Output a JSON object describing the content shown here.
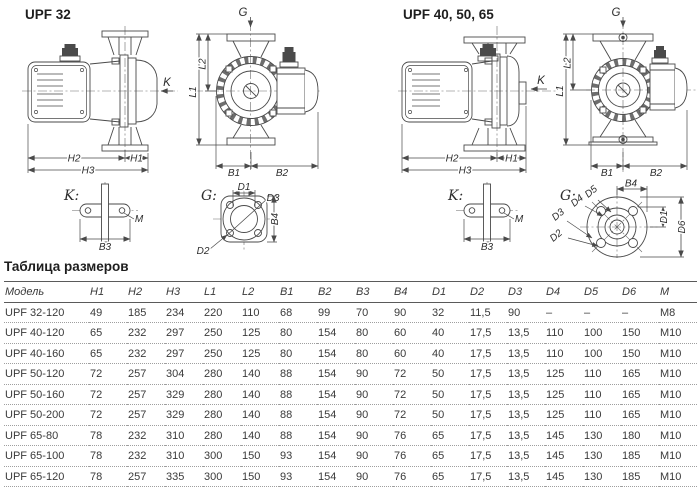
{
  "drawings": {
    "left": {
      "title": "UPF 32",
      "side": {
        "h1": "H1",
        "h2": "H2",
        "h3": "H3",
        "k": "K"
      },
      "front": {
        "g": "G",
        "l1": "L1",
        "l2": "L2",
        "b1": "B1",
        "b2": "B2"
      },
      "detail_k": {
        "title": "K:",
        "b3": "B3",
        "m": "M"
      },
      "detail_g": {
        "title": "G:",
        "d1": "D1",
        "d2": "D2",
        "d3": "D3",
        "b4": "B4"
      }
    },
    "right": {
      "title": "UPF 40, 50, 65",
      "side": {
        "h1": "H1",
        "h2": "H2",
        "h3": "H3",
        "k": "K"
      },
      "front": {
        "g": "G",
        "l1": "L1",
        "l2": "L2",
        "b1": "B1",
        "b2": "B2"
      },
      "detail_k": {
        "title": "K:",
        "b3": "B3",
        "m": "M"
      },
      "detail_g": {
        "title": "G:",
        "b4": "B4",
        "d1": "D1",
        "d2": "D2",
        "d3": "D3",
        "d4": "D4",
        "d5": "D5",
        "d6": "D6"
      }
    }
  },
  "table": {
    "title": "Таблица размеров",
    "columns": [
      "Модель",
      "H1",
      "H2",
      "H3",
      "L1",
      "L2",
      "B1",
      "B2",
      "B3",
      "B4",
      "D1",
      "D2",
      "D3",
      "D4",
      "D5",
      "D6",
      "M"
    ],
    "rows": [
      [
        "UPF 32-120",
        "49",
        "185",
        "234",
        "220",
        "110",
        "68",
        "99",
        "70",
        "90",
        "32",
        "11,5",
        "90",
        "–",
        "–",
        "–",
        "M8"
      ],
      [
        "UPF 40-120",
        "65",
        "232",
        "297",
        "250",
        "125",
        "80",
        "154",
        "80",
        "60",
        "40",
        "17,5",
        "13,5",
        "110",
        "100",
        "150",
        "M10"
      ],
      [
        "UPF 40-160",
        "65",
        "232",
        "297",
        "250",
        "125",
        "80",
        "154",
        "80",
        "60",
        "40",
        "17,5",
        "13,5",
        "110",
        "100",
        "150",
        "M10"
      ],
      [
        "UPF 50-120",
        "72",
        "257",
        "304",
        "280",
        "140",
        "88",
        "154",
        "90",
        "72",
        "50",
        "17,5",
        "13,5",
        "125",
        "110",
        "165",
        "M10"
      ],
      [
        "UPF 50-160",
        "72",
        "257",
        "329",
        "280",
        "140",
        "88",
        "154",
        "90",
        "72",
        "50",
        "17,5",
        "13,5",
        "125",
        "110",
        "165",
        "M10"
      ],
      [
        "UPF 50-200",
        "72",
        "257",
        "329",
        "280",
        "140",
        "88",
        "154",
        "90",
        "72",
        "50",
        "17,5",
        "13,5",
        "125",
        "110",
        "165",
        "M10"
      ],
      [
        "UPF 65-80",
        "78",
        "232",
        "310",
        "280",
        "140",
        "88",
        "154",
        "90",
        "76",
        "65",
        "17,5",
        "13,5",
        "145",
        "130",
        "180",
        "M10"
      ],
      [
        "UPF 65-100",
        "78",
        "232",
        "310",
        "300",
        "150",
        "93",
        "154",
        "90",
        "76",
        "65",
        "17,5",
        "13,5",
        "145",
        "130",
        "185",
        "M10"
      ],
      [
        "UPF 65-120",
        "78",
        "257",
        "335",
        "300",
        "150",
        "93",
        "154",
        "90",
        "76",
        "65",
        "17,5",
        "13,5",
        "145",
        "130",
        "185",
        "M10"
      ]
    ]
  }
}
